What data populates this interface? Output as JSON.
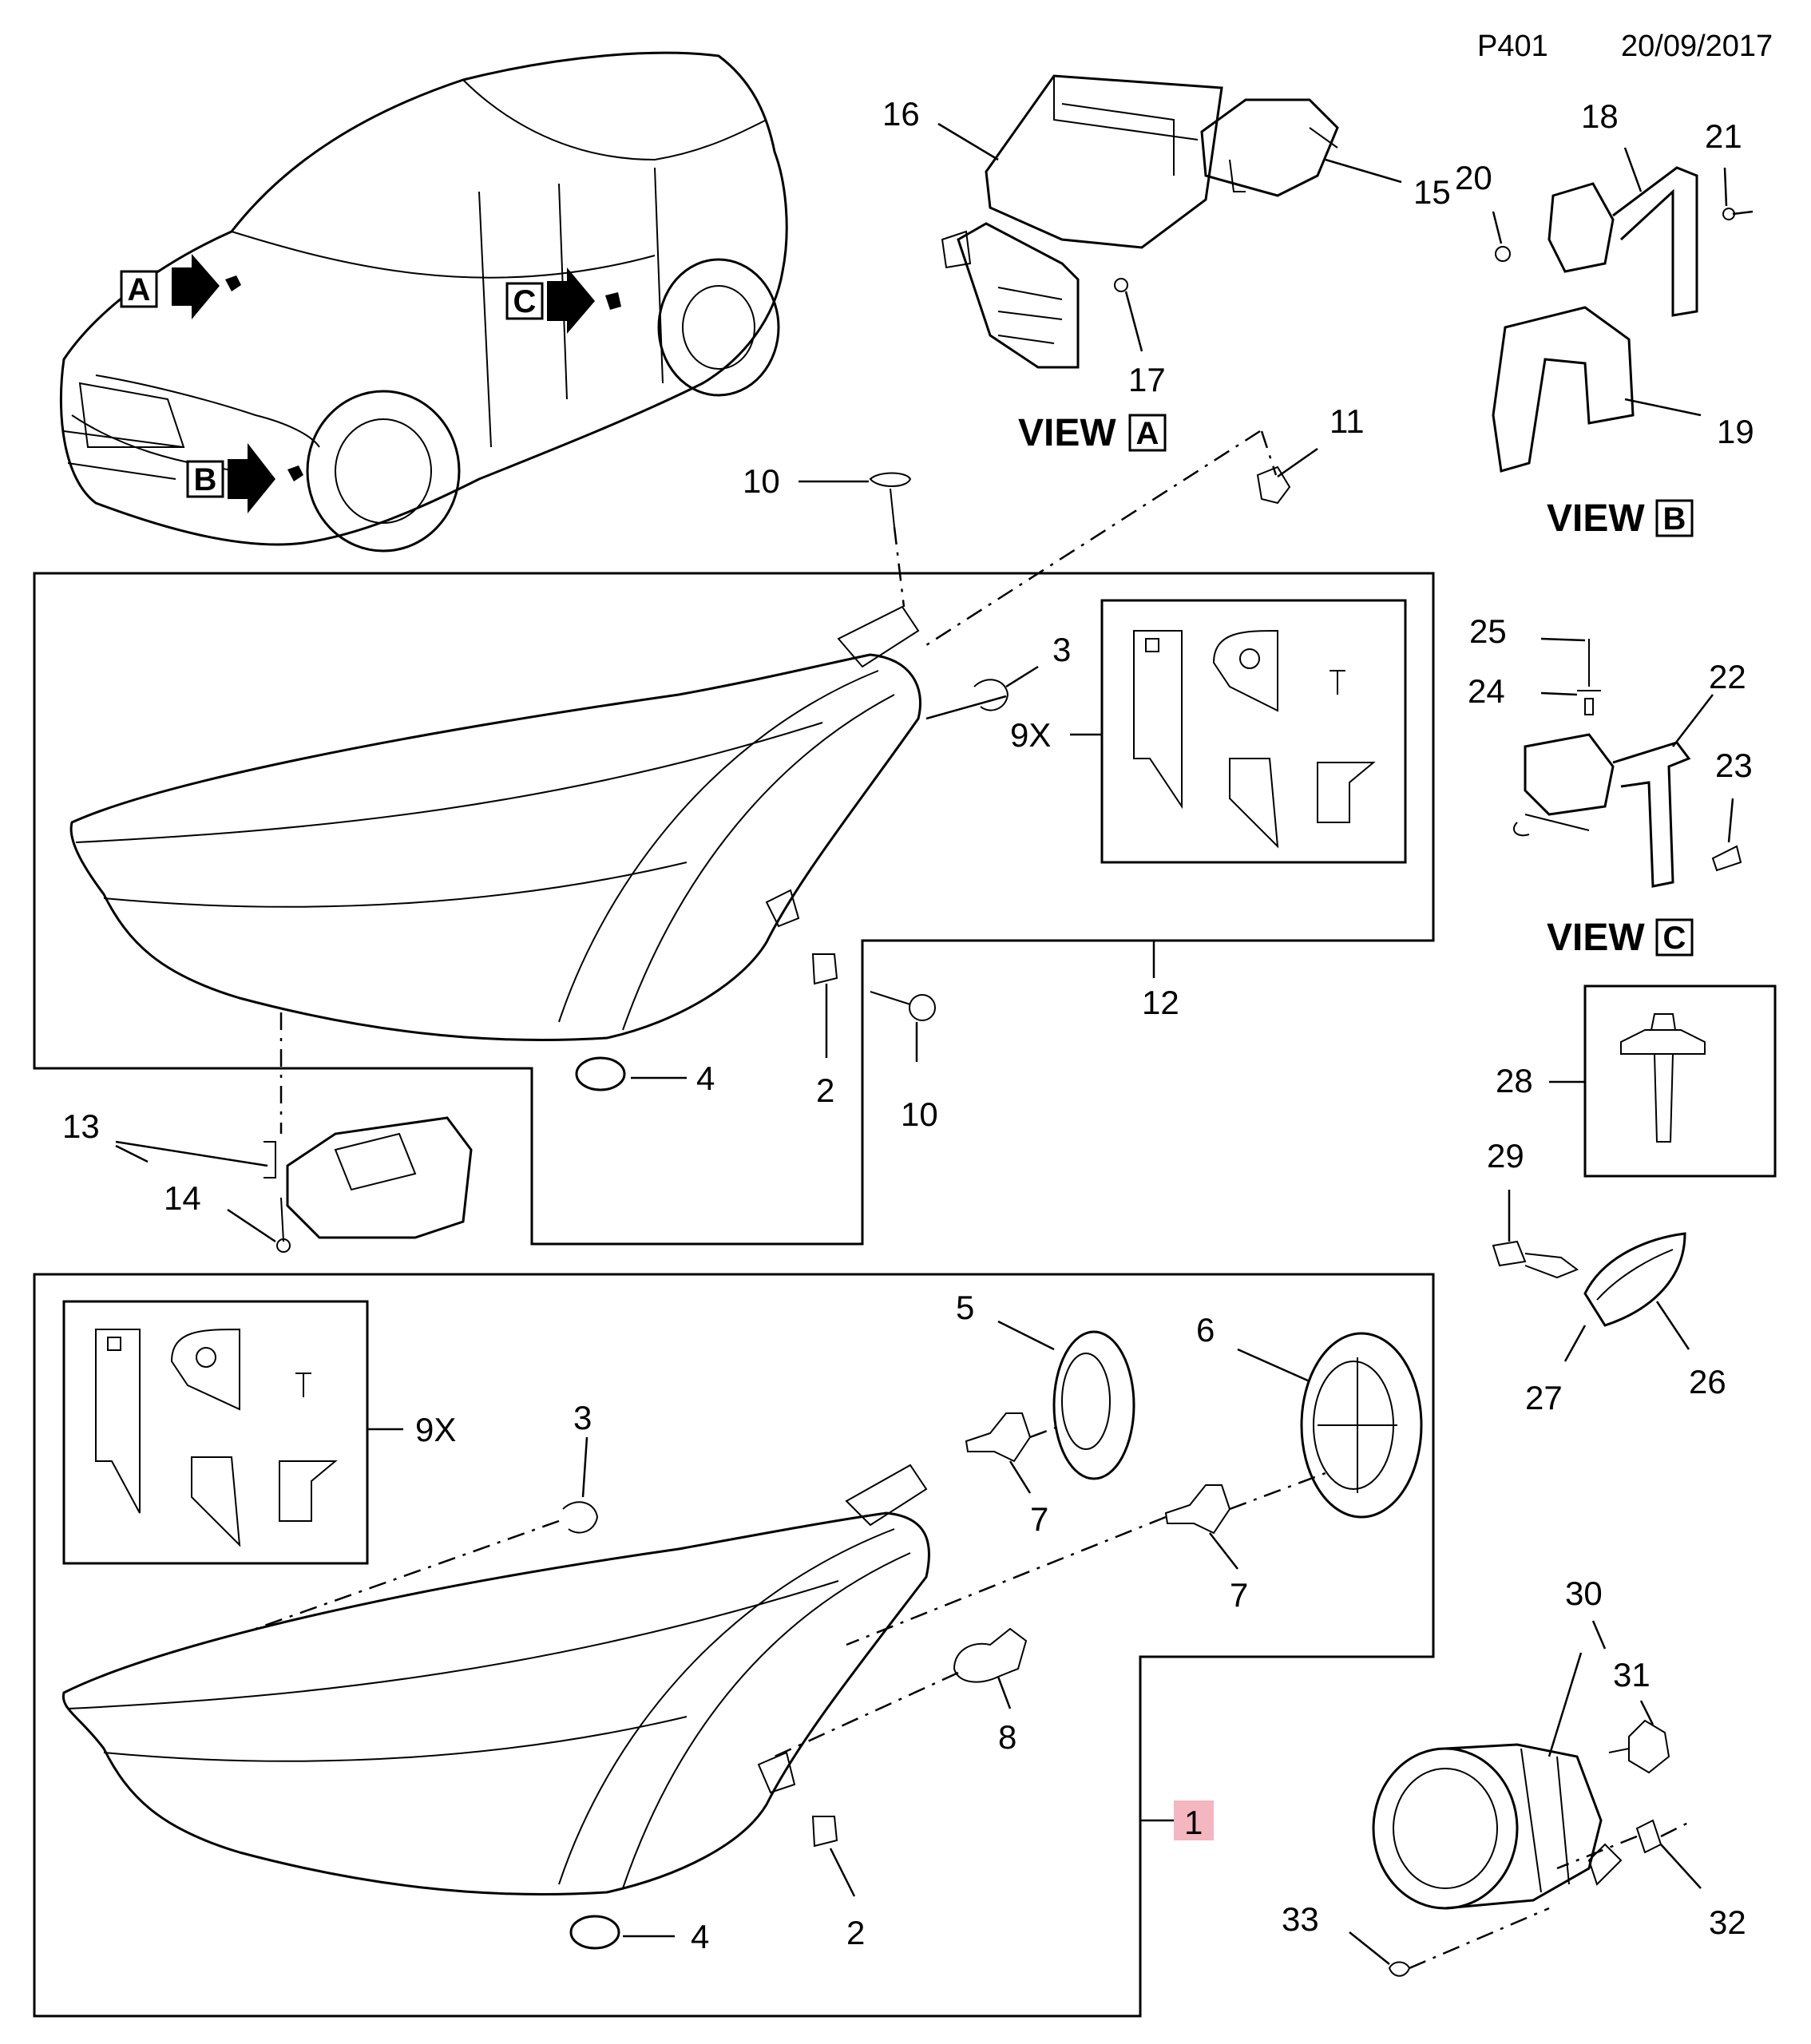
{
  "header": {
    "page_code": "P401",
    "date": "20/09/2017"
  },
  "views": {
    "a": "VIEW",
    "b": "VIEW",
    "c": "VIEW"
  },
  "view_letters": {
    "a": "A",
    "b": "B",
    "c": "C"
  },
  "car_callouts": {
    "a": "A",
    "b": "B",
    "c": "C"
  },
  "callouts": {
    "c1": "1",
    "c2a": "2",
    "c2b": "2",
    "c3a": "3",
    "c3b": "3",
    "c4a": "4",
    "c4b": "4",
    "c5": "5",
    "c6": "6",
    "c7a": "7",
    "c7b": "7",
    "c8": "8",
    "c9xa": "9X",
    "c9xb": "9X",
    "c10a": "10",
    "c10b": "10",
    "c11": "11",
    "c12": "12",
    "c13": "13",
    "c14": "14",
    "c15": "15",
    "c16": "16",
    "c17": "17",
    "c18": "18",
    "c19": "19",
    "c20": "20",
    "c21": "21",
    "c22": "22",
    "c23": "23",
    "c24": "24",
    "c25": "25",
    "c26": "26",
    "c27": "27",
    "c28": "28",
    "c29": "29",
    "c30": "30",
    "c31": "31",
    "c32": "32",
    "c33": "33"
  },
  "colors": {
    "line": "#000000",
    "highlight": "#f4b6bf",
    "background": "#ffffff"
  }
}
